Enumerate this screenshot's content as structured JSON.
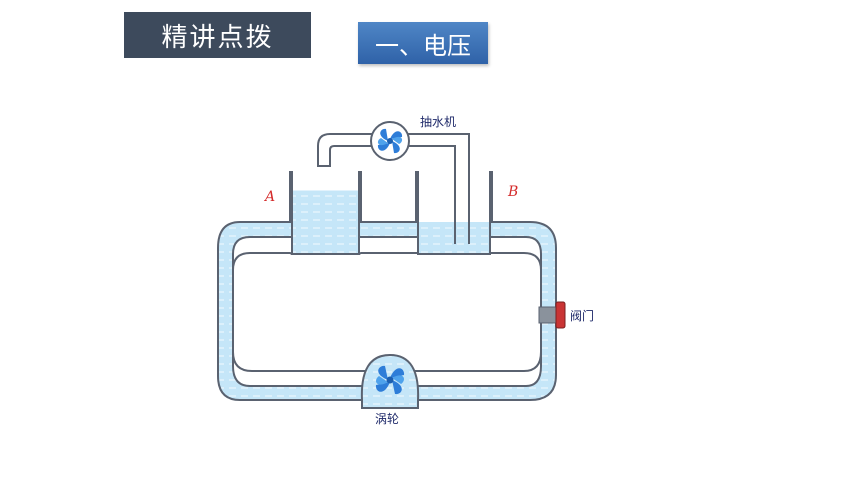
{
  "header": {
    "section_tag": "精讲点拨",
    "topic_tag": "一、电压"
  },
  "diagram": {
    "labels": {
      "pump": "抽水机",
      "container_a": "A",
      "container_b": "B",
      "valve": "阀门",
      "turbine": "涡轮"
    }
  },
  "colors": {
    "section_tag_bg": "#3d4a5c",
    "topic_tag_bg": "#3a6fb5",
    "water": "#c5e6f8",
    "outline": "#5a6270",
    "fan_blade": "#2e7dd8",
    "label_text": "#1f2a6a",
    "letter_label": "#d42a2a",
    "valve": "#c93434"
  },
  "icons": [
    "pump-fan-icon",
    "turbine-fan-icon",
    "valve-icon"
  ]
}
